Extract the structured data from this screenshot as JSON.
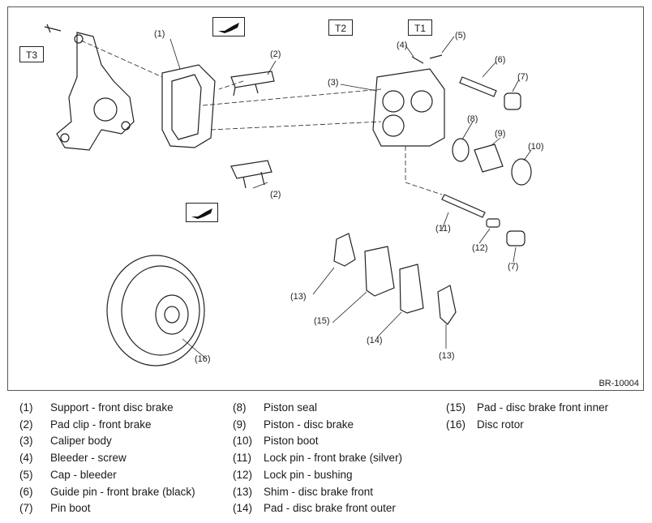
{
  "figure_id": "BR-10004",
  "torque_labels": {
    "t1": "T1",
    "t2": "T2",
    "t3": "T3"
  },
  "callouts": {
    "c1": "(1)",
    "c2a": "(2)",
    "c2b": "(2)",
    "c3": "(3)",
    "c4": "(4)",
    "c5": "(5)",
    "c6": "(6)",
    "c7a": "(7)",
    "c7b": "(7)",
    "c8": "(8)",
    "c9": "(9)",
    "c10": "(10)",
    "c11": "(11)",
    "c12": "(12)",
    "c13a": "(13)",
    "c13b": "(13)",
    "c14": "(14)",
    "c15": "(15)",
    "c16": "(16)"
  },
  "legend": {
    "col1": [
      {
        "num": "(1)",
        "text": "Support - front disc brake"
      },
      {
        "num": "(2)",
        "text": "Pad clip - front brake"
      },
      {
        "num": "(3)",
        "text": "Caliper body"
      },
      {
        "num": "(4)",
        "text": "Bleeder - screw"
      },
      {
        "num": "(5)",
        "text": "Cap - bleeder"
      },
      {
        "num": "(6)",
        "text": "Guide pin - front brake (black)"
      },
      {
        "num": "(7)",
        "text": "Pin boot"
      }
    ],
    "col2": [
      {
        "num": "(8)",
        "text": "Piston seal"
      },
      {
        "num": "(9)",
        "text": "Piston - disc brake"
      },
      {
        "num": "(10)",
        "text": "Piston boot"
      },
      {
        "num": "(11)",
        "text": "Lock pin - front brake (silver)"
      },
      {
        "num": "(12)",
        "text": "Lock pin - bushing"
      },
      {
        "num": "(13)",
        "text": "Shim - disc brake front"
      },
      {
        "num": "(14)",
        "text": "Pad - disc brake front outer"
      }
    ],
    "col3": [
      {
        "num": "(15)",
        "text": "Pad - disc brake front inner"
      },
      {
        "num": "(16)",
        "text": "Disc rotor"
      }
    ]
  }
}
